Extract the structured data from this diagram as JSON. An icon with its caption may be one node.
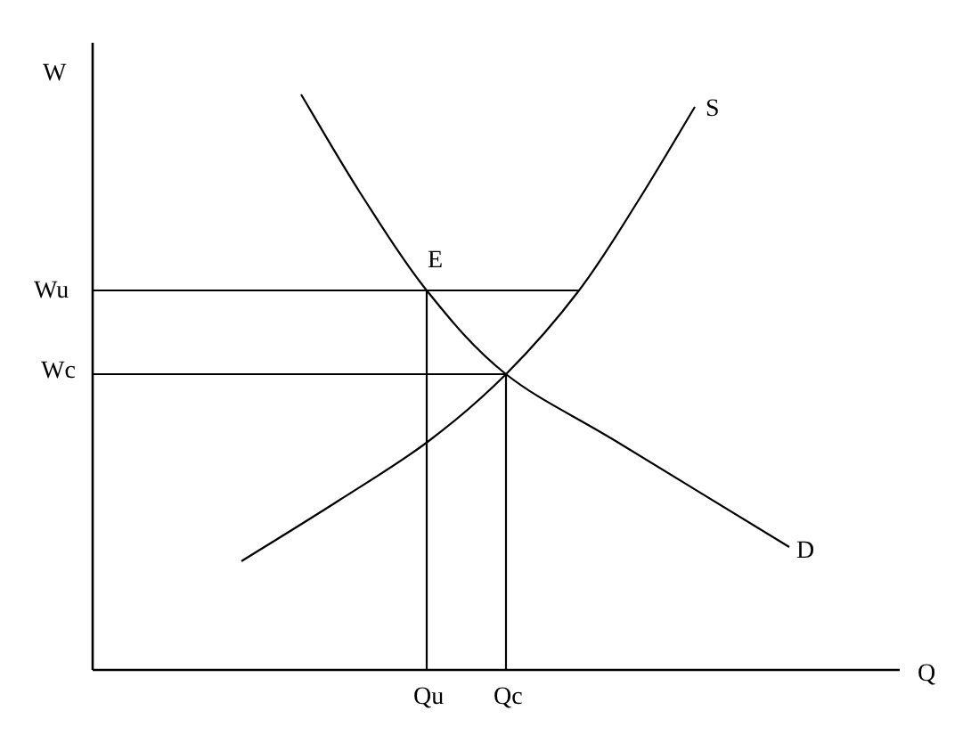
{
  "diagram": {
    "labels": [
      "W",
      "S",
      "E",
      "Wu",
      "Wc",
      "D",
      "Q",
      "Qu",
      "Qc"
    ]
  }
}
